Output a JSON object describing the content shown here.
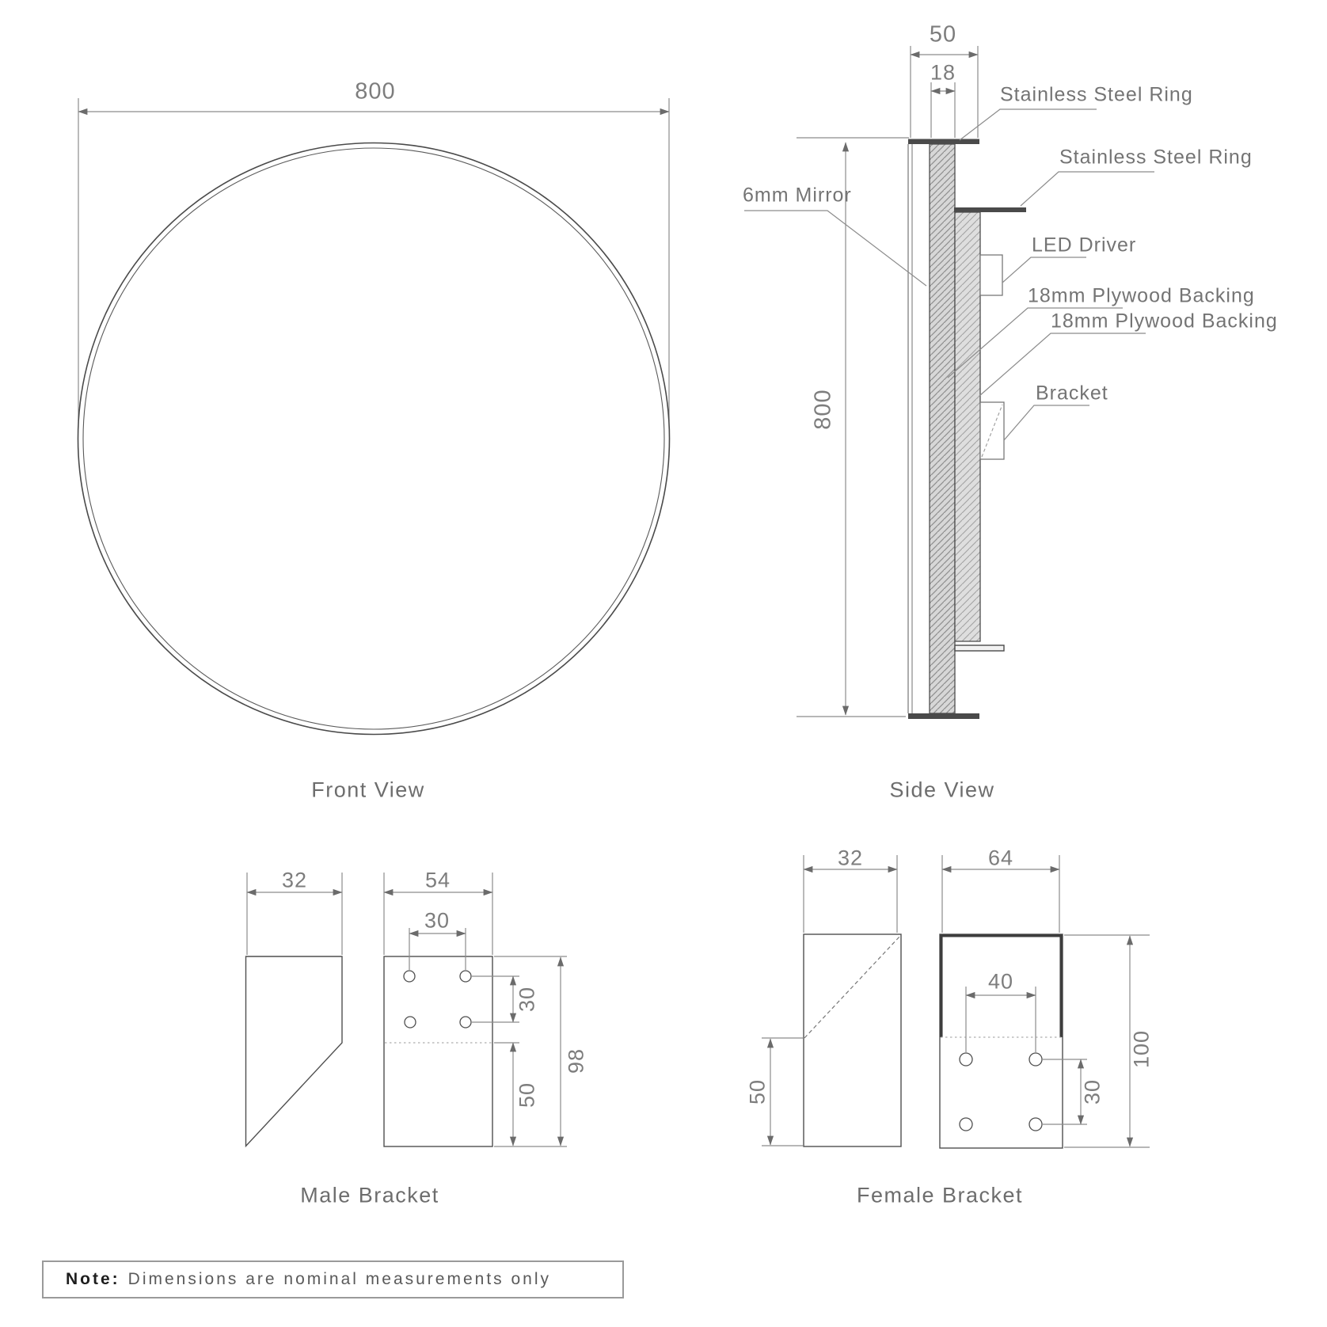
{
  "front_view": {
    "caption": "Front View",
    "dim_diameter": "800"
  },
  "side_view": {
    "caption": "Side View",
    "dim_depth": "50",
    "dim_plywood": "18",
    "dim_height": "800",
    "label_ring_1": "Stainless Steel Ring",
    "label_ring_2": "Stainless Steel Ring",
    "label_mirror": "6mm Mirror",
    "label_led": "LED Driver",
    "label_plywood_1": "18mm Plywood Backing",
    "label_plywood_2": "18mm Plywood Backing",
    "label_bracket": "Bracket"
  },
  "male_bracket": {
    "caption": "Male Bracket",
    "dim_side_width": "32",
    "dim_front_width": "54",
    "dim_hole_spacing_x": "30",
    "dim_hole_spacing_y": "30",
    "dim_height": "98",
    "dim_lower": "50"
  },
  "female_bracket": {
    "caption": "Female Bracket",
    "dim_side_width": "32",
    "dim_front_width": "64",
    "dim_hole_spacing_x": "40",
    "dim_hole_spacing_y": "30",
    "dim_height": "100",
    "dim_lower": "50"
  },
  "note": {
    "prefix": "Note:",
    "text": "Dimensions are nominal measurements only"
  },
  "colors": {
    "line_dark": "#4f4f4f",
    "line_dim": "#8c8c8c",
    "ring_fill": "#4a4a4a",
    "hatch_fill": "#dadada",
    "text": "#7b7b7b"
  }
}
